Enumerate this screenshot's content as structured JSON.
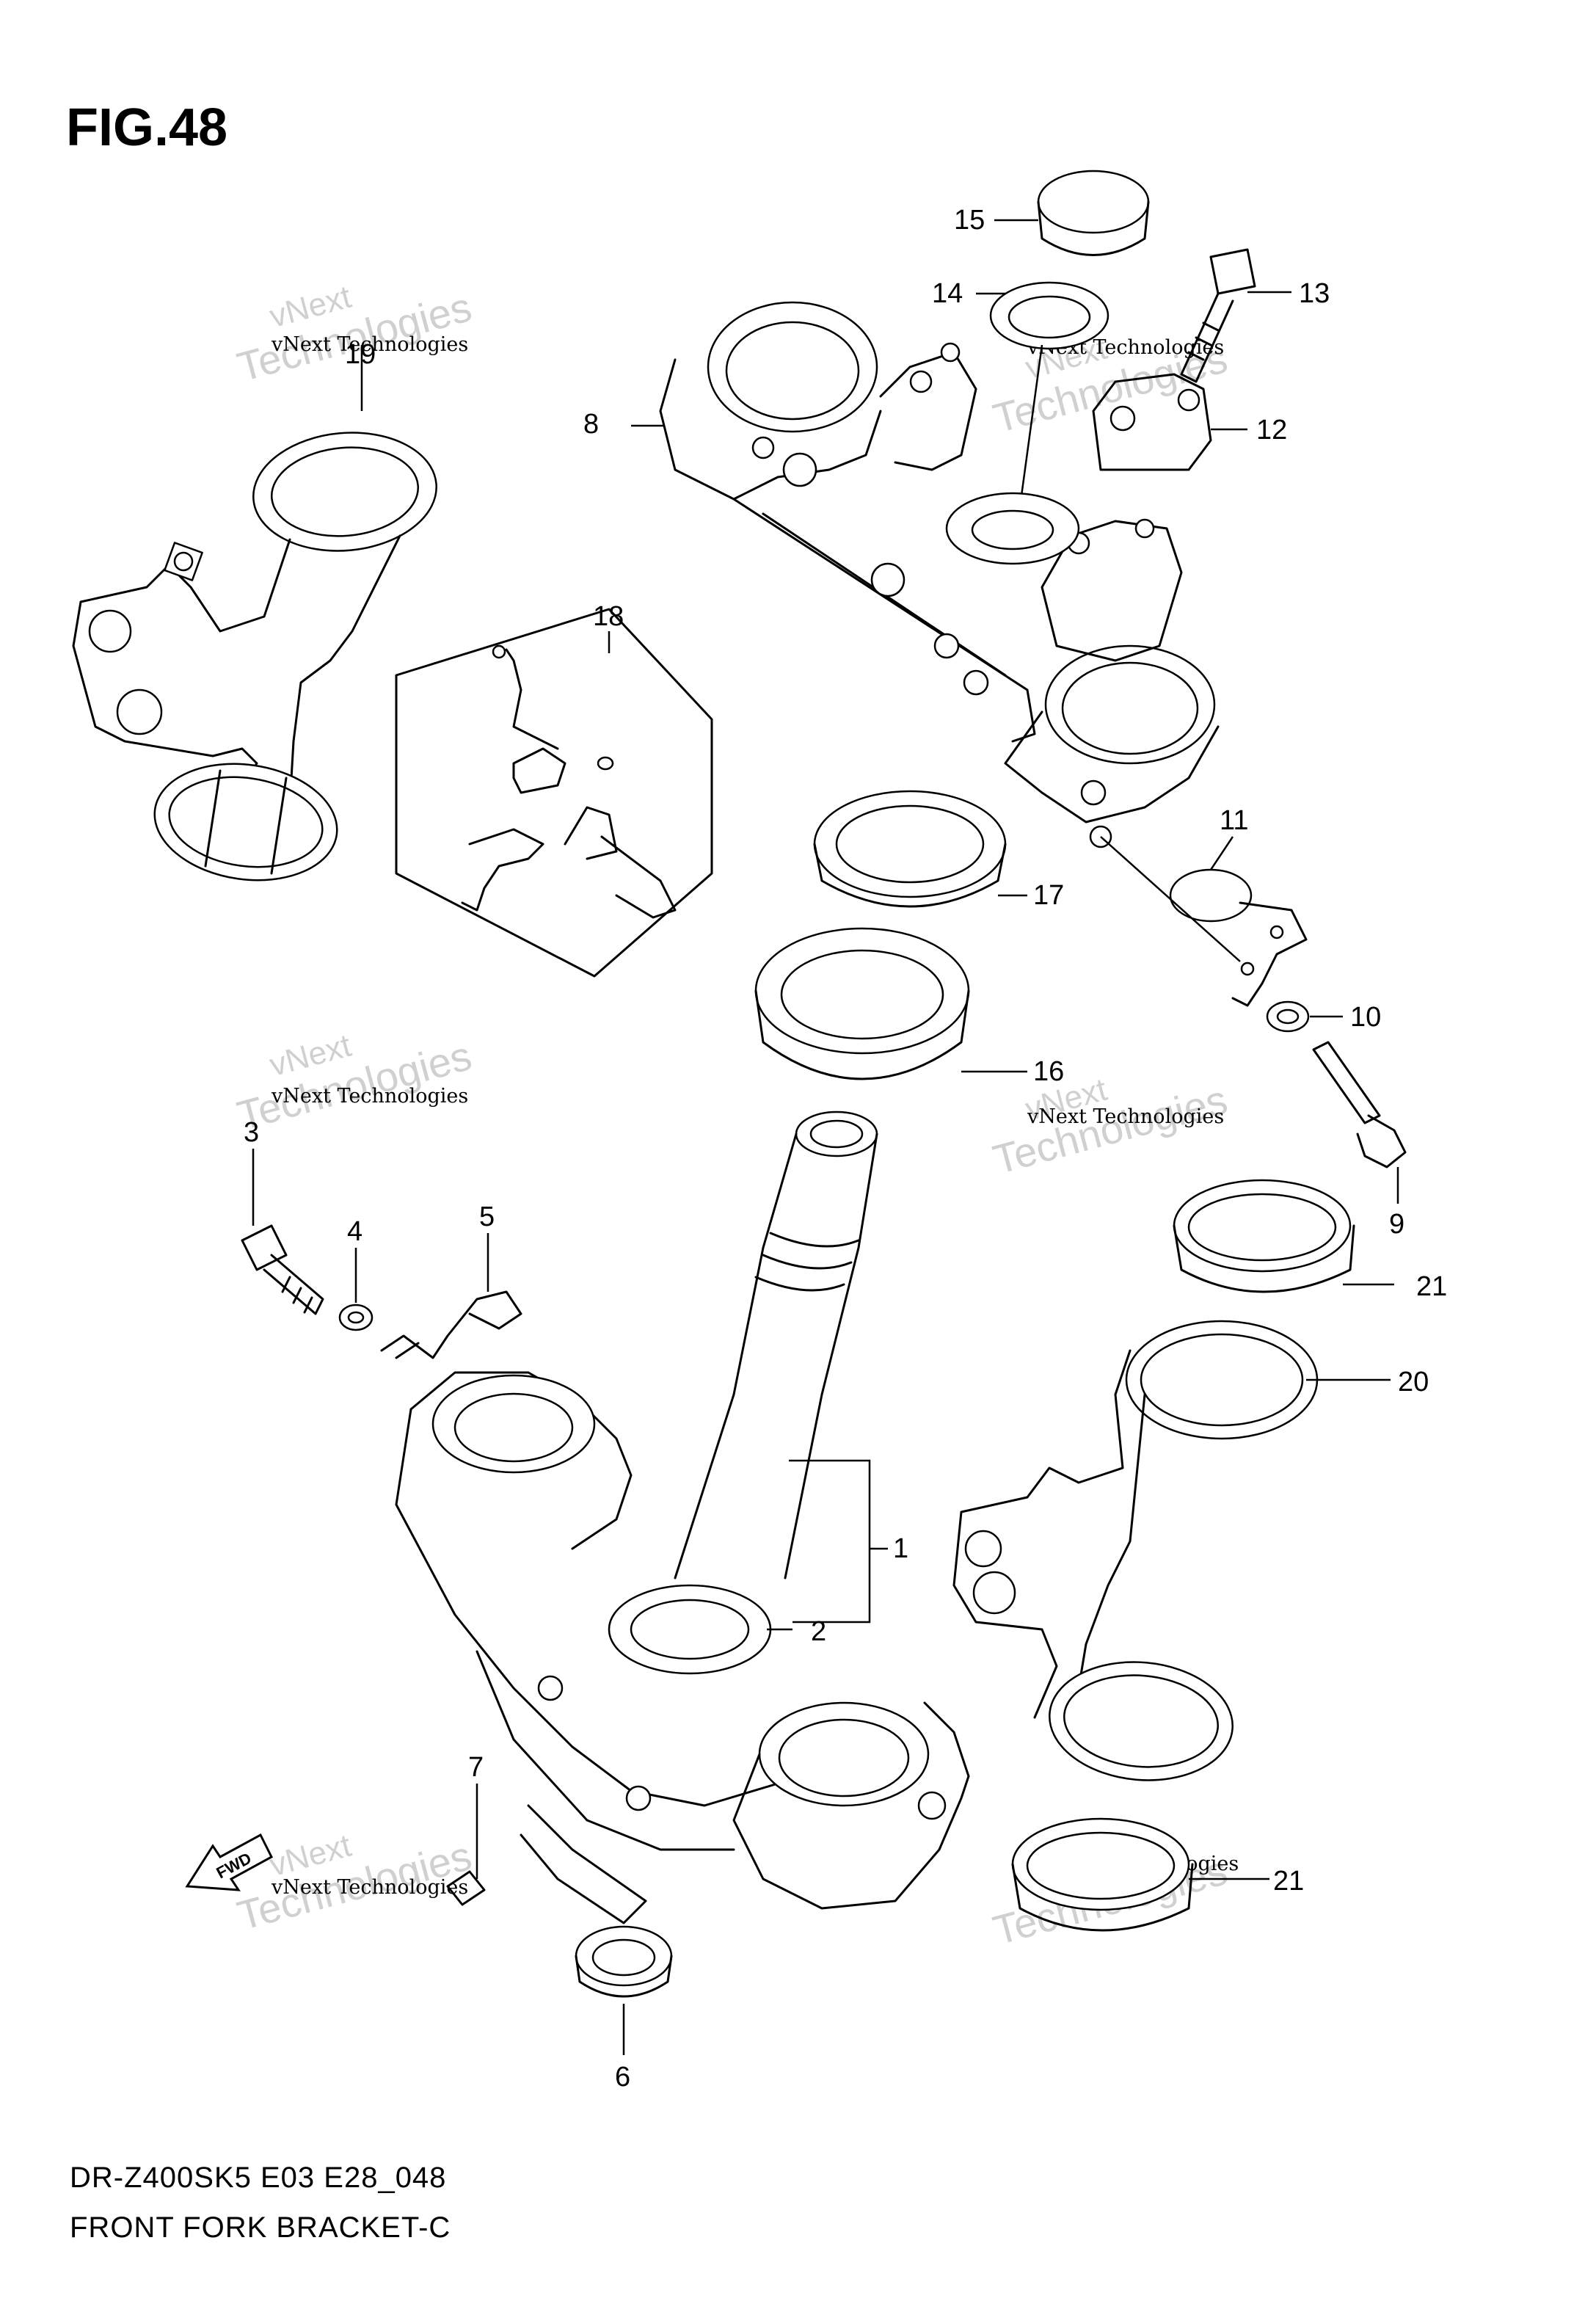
{
  "figure": {
    "title": "FIG.48",
    "model_code": "DR-Z400SK5 E03 E28_048",
    "caption": "FRONT FORK BRACKET-C",
    "fwd_label": "FWD"
  },
  "watermark": {
    "line1": "vNext",
    "line2": "Technologies",
    "tag": "vNext Technologies"
  },
  "callouts": [
    {
      "id": "c1",
      "number": "1"
    },
    {
      "id": "c2",
      "number": "2"
    },
    {
      "id": "c3",
      "number": "3"
    },
    {
      "id": "c4",
      "number": "4"
    },
    {
      "id": "c5",
      "number": "5"
    },
    {
      "id": "c6",
      "number": "6"
    },
    {
      "id": "c7",
      "number": "7"
    },
    {
      "id": "c8",
      "number": "8"
    },
    {
      "id": "c9",
      "number": "9"
    },
    {
      "id": "c10",
      "number": "10"
    },
    {
      "id": "c11",
      "number": "11"
    },
    {
      "id": "c12",
      "number": "12"
    },
    {
      "id": "c13",
      "number": "13"
    },
    {
      "id": "c14",
      "number": "14"
    },
    {
      "id": "c15",
      "number": "15"
    },
    {
      "id": "c16",
      "number": "16"
    },
    {
      "id": "c17",
      "number": "17"
    },
    {
      "id": "c18",
      "number": "18"
    },
    {
      "id": "c19",
      "number": "19"
    },
    {
      "id": "c20",
      "number": "20"
    },
    {
      "id": "c21a",
      "number": "21"
    },
    {
      "id": "c21b",
      "number": "21"
    }
  ]
}
